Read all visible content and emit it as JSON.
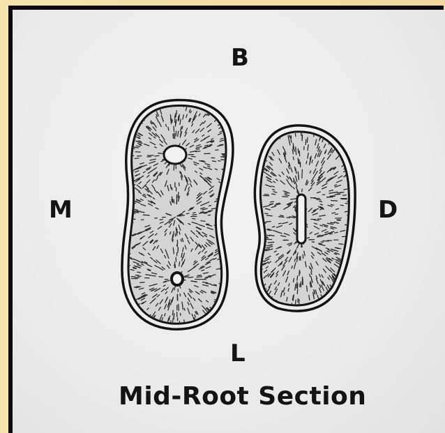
{
  "labels": {
    "top": "B",
    "left": "M",
    "right": "D",
    "bottom": "L"
  },
  "caption": "Mid-Root Section",
  "colors": {
    "ink": "#141414",
    "paper": "#efefef",
    "border": "#0a0a0a",
    "frame": "#f2dfa8"
  },
  "icons": [
    "mesial-root-section-icon",
    "distal-root-section-icon"
  ]
}
